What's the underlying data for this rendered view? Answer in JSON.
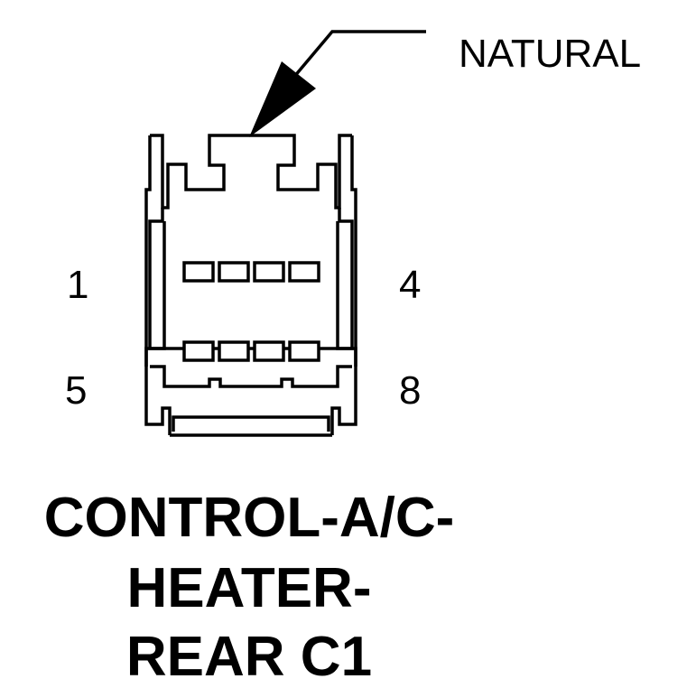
{
  "callout": {
    "label": "NATURAL"
  },
  "pins": {
    "top_left": "1",
    "top_right": "4",
    "bottom_left": "5",
    "bottom_right": "8"
  },
  "title": {
    "line1": "CONTROL-A/C-",
    "line2": "HEATER-",
    "line3": "REAR C1"
  },
  "connector": {
    "rows": 2,
    "cavities_per_row": 4,
    "color_name": "NATURAL"
  },
  "colors": {
    "line": "#000000",
    "background": "#ffffff"
  }
}
